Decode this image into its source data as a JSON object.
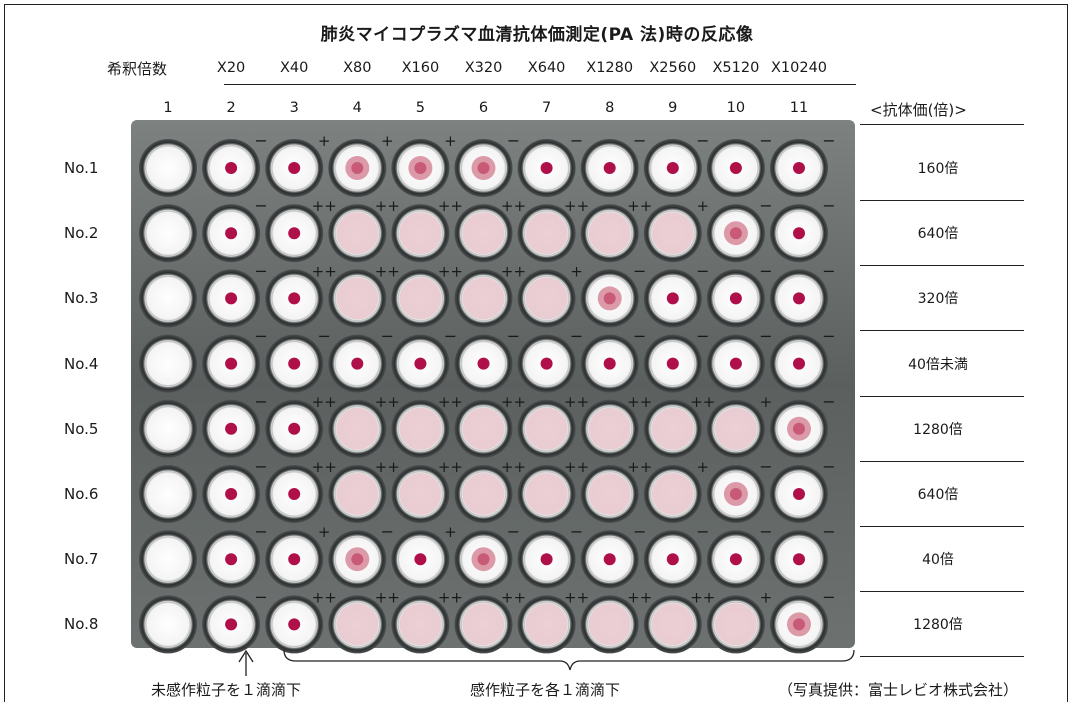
{
  "title": "肺炎マイコプラズマ血清抗体価測定(PA 法)時の反応像",
  "dilution_label": "希釈倍数",
  "dilutions": [
    "X20",
    "X40",
    "X80",
    "X160",
    "X320",
    "X640",
    "X1280",
    "X2560",
    "X5120",
    "X10240"
  ],
  "columns": [
    "1",
    "2",
    "3",
    "4",
    "5",
    "6",
    "7",
    "8",
    "9",
    "10",
    "11"
  ],
  "titer_header": "<抗体価(倍)>",
  "rows": [
    {
      "label": "No.1",
      "titer": "160倍",
      "signs": [
        "-",
        "+",
        "+",
        "+",
        "-",
        "-",
        "-",
        "-",
        "-",
        "-"
      ]
    },
    {
      "label": "No.2",
      "titer": "640倍",
      "signs": [
        "-",
        "++",
        "++",
        "++",
        "++",
        "++",
        "++",
        "+",
        "-",
        "-"
      ]
    },
    {
      "label": "No.3",
      "titer": "320倍",
      "signs": [
        "-",
        "++",
        "++",
        "++",
        "++",
        "+",
        "-",
        "-",
        "-",
        "-"
      ]
    },
    {
      "label": "No.4",
      "titer": "40倍未満",
      "signs": [
        "-",
        "-",
        "-",
        "-",
        "-",
        "-",
        "-",
        "-",
        "-",
        "-"
      ]
    },
    {
      "label": "No.5",
      "titer": "1280倍",
      "signs": [
        "-",
        "++",
        "++",
        "++",
        "++",
        "++",
        "++",
        "++",
        "+",
        "-"
      ]
    },
    {
      "label": "No.6",
      "titer": "640倍",
      "signs": [
        "-",
        "++",
        "++",
        "++",
        "++",
        "++",
        "++",
        "+",
        "-",
        "-"
      ]
    },
    {
      "label": "No.7",
      "titer": "40倍",
      "signs": [
        "-",
        "+",
        "-",
        "+",
        "-",
        "-",
        "-",
        "-",
        "-",
        "-"
      ]
    },
    {
      "label": "No.8",
      "titer": "1280倍",
      "signs": [
        "-",
        "++",
        "++",
        "++",
        "++",
        "++",
        "++",
        "++",
        "+",
        "-"
      ]
    }
  ],
  "caption_left": "未感作粒子を１滴滴下",
  "caption_mid": "感作粒子を各１滴滴下",
  "caption_right": "（写真提供：富士レビオ株式会社）",
  "colors": {
    "dot": "#b0104a",
    "diffuse": "#e6bfc7",
    "plate": "#656a69"
  }
}
